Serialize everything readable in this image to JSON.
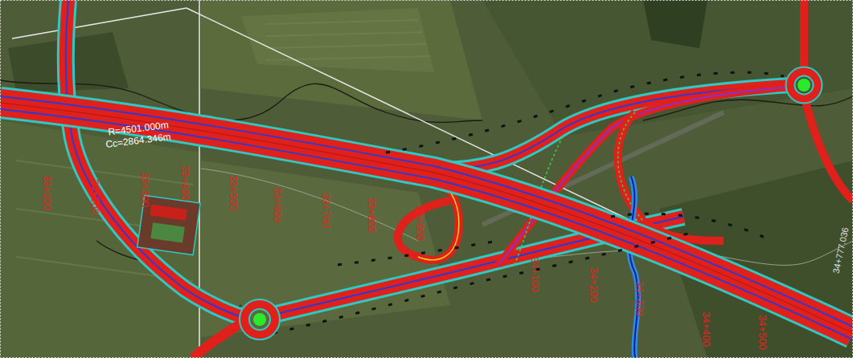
{
  "diagram": {
    "labels": [
      "R=4501.000m",
      "Cc=2864.346m",
      "33+100",
      "33+200",
      "33+300",
      "33+400",
      "33+500",
      "33+600",
      "33+700",
      "33+800",
      "33+900",
      "34+100",
      "34+200",
      "34+300",
      "34+400",
      "34+500",
      "34+777.036"
    ]
  }
}
